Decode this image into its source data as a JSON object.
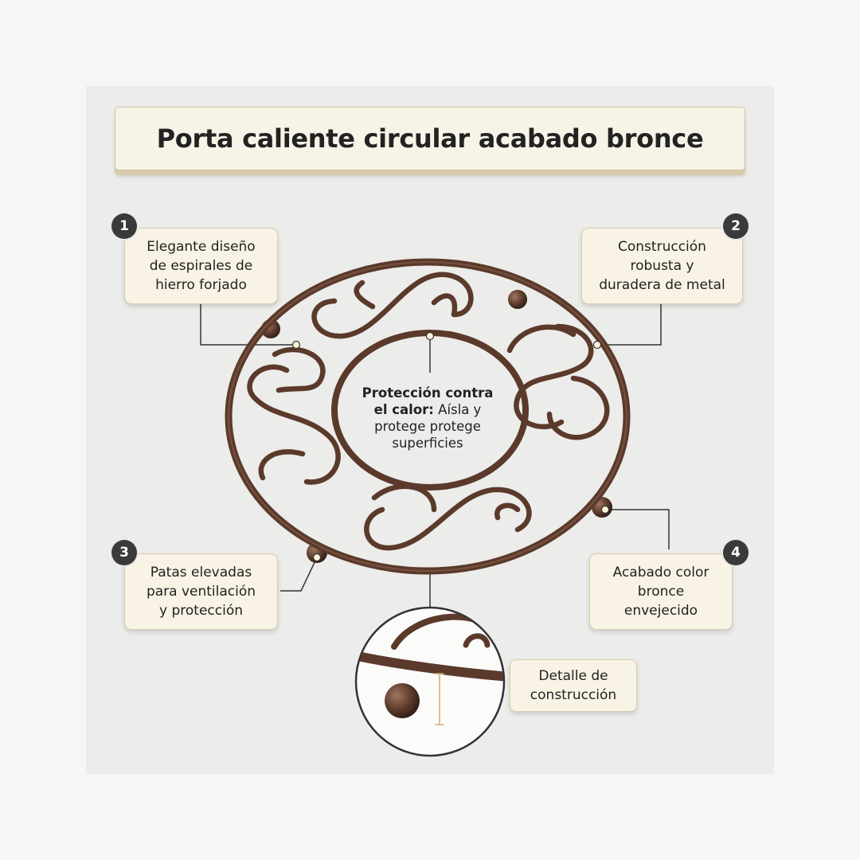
{
  "title": "Porta caliente circular acabado bronce",
  "callouts": [
    {
      "number": "1",
      "text": "Elegante diseño\nde espirales de\nhierro forjado"
    },
    {
      "number": "2",
      "text": "Construcción\nrobusta y\nduradera de metal"
    },
    {
      "number": "3",
      "text": "Patas elevadas\npara ventilación\ny protección"
    },
    {
      "number": "4",
      "text": "Acabado color\nbronce\nenvejecido"
    }
  ],
  "center": {
    "line1_bold": "Protección contra",
    "line2_bold": "el calor:",
    "line2_rest": " Aísla y",
    "line3": "protege protege",
    "line4": "superficies"
  },
  "detail_label": "Detalle de\nconstrucción",
  "colors": {
    "bronze": "#5b3a2b",
    "card": "#f8f3e4",
    "badge": "#3a3a3a"
  }
}
